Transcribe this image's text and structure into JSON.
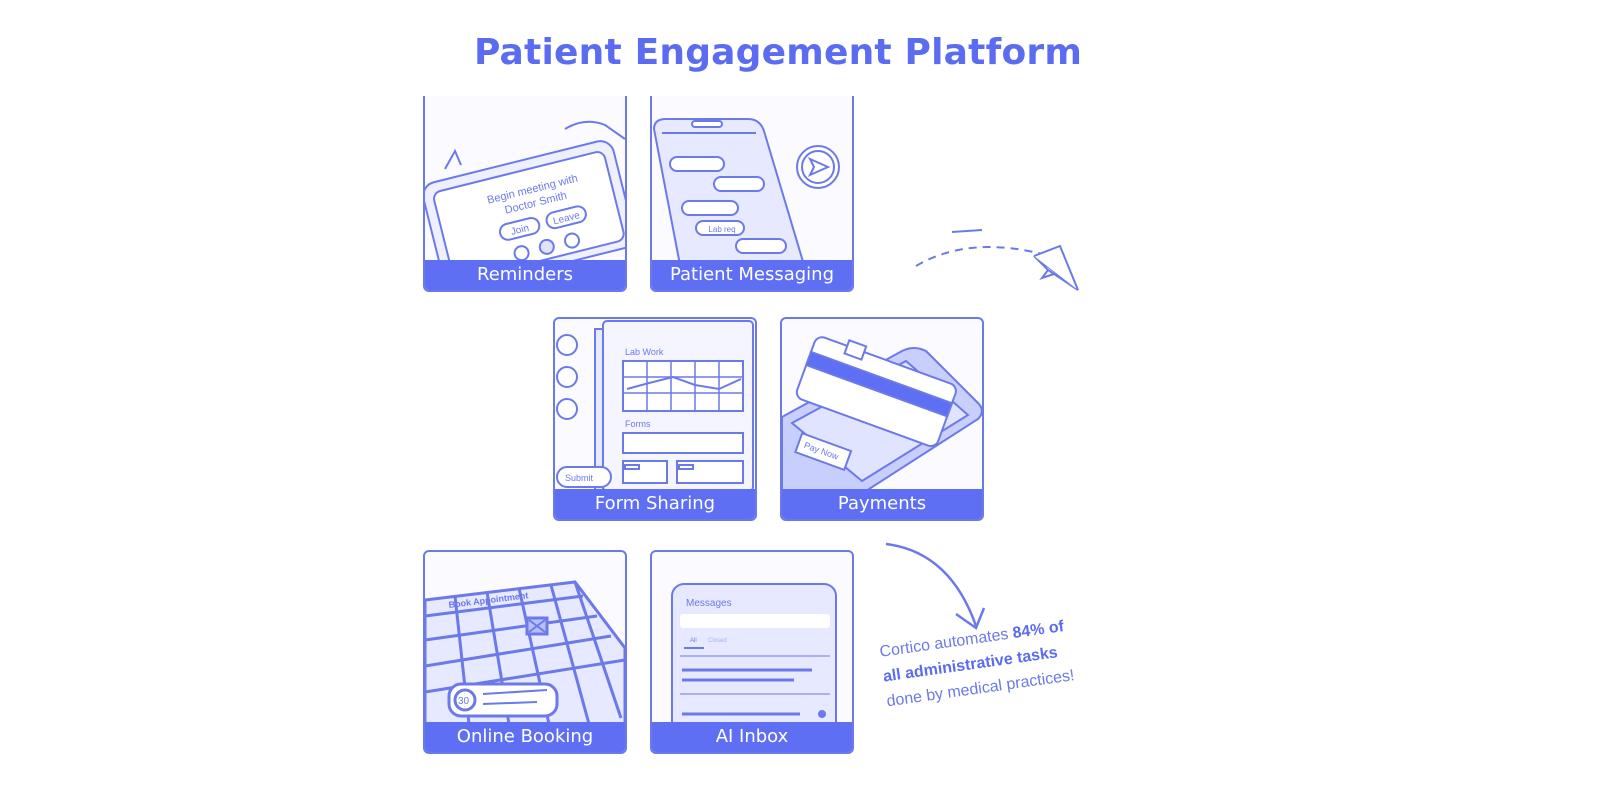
{
  "title": "Patient Engagement Platform",
  "colors": {
    "accent": "#5b6cf0",
    "bar": "#5e6ff4",
    "line": "#6c79e9",
    "tint": "#dfe3ff"
  },
  "tiles": [
    {
      "label": "Reminders",
      "icon": "video-call-phone-illustration",
      "art": {
        "line1": "Begin meeting with",
        "line2": "Doctor Smith",
        "join": "Join",
        "leave": "Leave"
      }
    },
    {
      "label": "Patient Messaging",
      "icon": "chat-phone-illustration",
      "art": {
        "chip": "Lab req"
      }
    },
    {
      "label": "Form Sharing",
      "icon": "form-binder-illustration",
      "art": {
        "lab_work": "Lab Work",
        "forms": "Forms",
        "submit": "Submit"
      }
    },
    {
      "label": "Payments",
      "icon": "credit-card-phone-illustration",
      "art": {
        "pay_now": "Pay Now"
      }
    },
    {
      "label": "Online Booking",
      "icon": "calendar-booking-illustration",
      "art": {
        "book": "Book Appointment",
        "day": "30"
      }
    },
    {
      "label": "AI Inbox",
      "icon": "inbox-tablet-illustration",
      "art": {
        "messages": "Messages",
        "tab_all": "All",
        "tab_closed": "Closed"
      }
    }
  ],
  "note": {
    "prefix": "Cortico automates ",
    "highlight1": "84% of",
    "highlight2": "all administrative tasks",
    "suffix": "done by medical practices!"
  }
}
